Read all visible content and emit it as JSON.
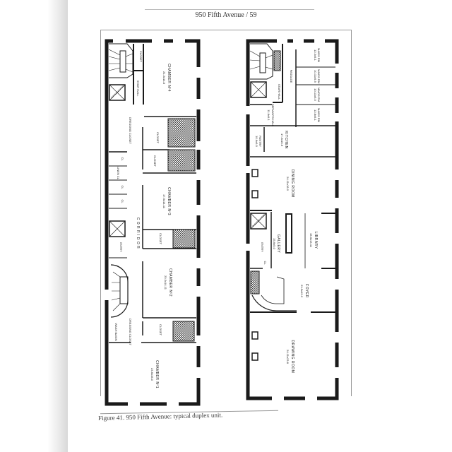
{
  "page": {
    "header": "950 Fifth Avenue / 59",
    "caption": "Figure 41. 950 Fifth Avenue: typical duplex unit."
  },
  "colors": {
    "wall": "#1a1a1a",
    "paper": "#ffffff",
    "tile": "#555555"
  },
  "upper_floor": {
    "chamber4": {
      "name": "CHAMBER Nº4",
      "size": "21-3x14-8"
    },
    "chamber3": {
      "name": "CHAMBER Nº3",
      "size": "17-9x14-11"
    },
    "chamber2": {
      "name": "CHAMBER Nº2",
      "size": "20-0x14-11"
    },
    "chamber1": {
      "name": "CHAMBER Nº1",
      "size": "23-6x16-0"
    },
    "closet": "CLOSET",
    "stair_hall": "STAIR HALL",
    "dressing_closet": "DRESSING CLOSET",
    "linen_closet": "LINEN CL",
    "cl": "CL",
    "entry": "ENTRY",
    "corridor": "C O R R I D O R",
    "service_elevator": "SERVICE ELEVATOR",
    "wash_basin": "WASH BASIN"
  },
  "lower_floor": {
    "maids1": {
      "name": "MAIDS RM",
      "size": "12-3x9-1"
    },
    "maids2": {
      "name": "MAIDS RM",
      "size": "10-11x9-9"
    },
    "maids3": {
      "name": "MAIDS RM",
      "size": "10-11x9-0"
    },
    "maids4": {
      "name": "MAIDS RM",
      "size": "12-8x9-1"
    },
    "passage": "PASSAGE",
    "stair_hall": "STAIR HALL",
    "servants_hall": {
      "name": "SERVANTS HALL",
      "size": "11-8x9-1"
    },
    "pantry": {
      "name": "PANTRY",
      "size": "10-6x9-5"
    },
    "kitchen": {
      "name": "KITCHEN",
      "size": "17-3x10-6"
    },
    "dining": {
      "name": "DINING ROOM",
      "size": "24-11x16-0"
    },
    "gallery": {
      "name": "GALLERY",
      "size": "15-6x5-0"
    },
    "library": {
      "name": "LIBRARY",
      "size": "15-6x13-11"
    },
    "foyer": {
      "name": "FOYER",
      "size": "21-5x12-2"
    },
    "drawing": {
      "name": "DRAWING ROOM",
      "size": "24-11x23-8"
    },
    "entry": "ENTRY",
    "cl": "CL",
    "elevator": "PASS ELEVATOR"
  }
}
